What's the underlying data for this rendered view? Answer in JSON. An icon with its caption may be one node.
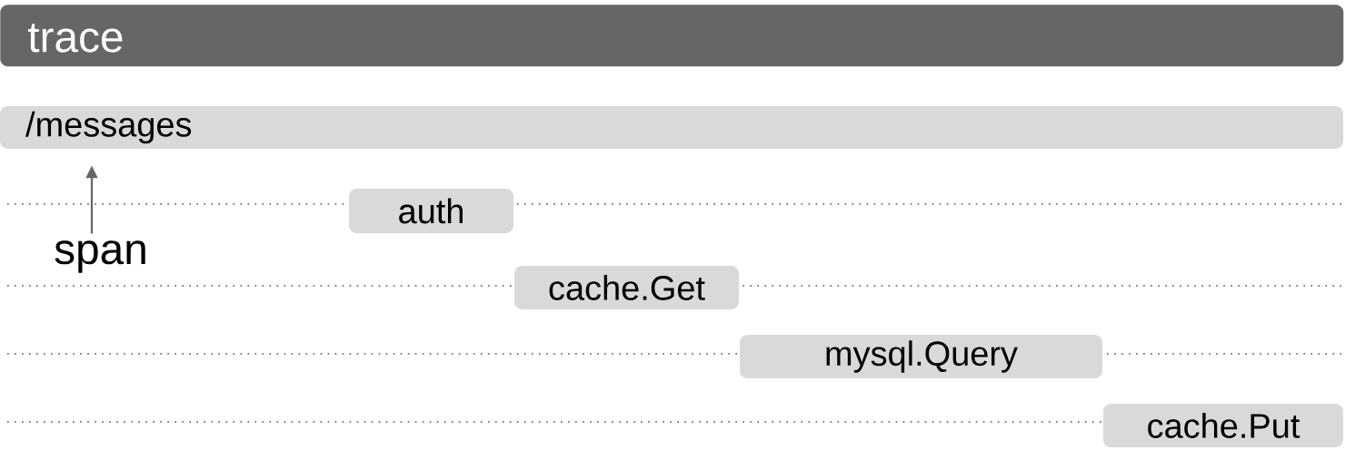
{
  "diagram": {
    "title": "trace",
    "nodes": [
      {
        "text": [
          "/messages"
        ]
      },
      {
        "text": [
          "auth"
        ]
      },
      {
        "text": [
          "cache.Get"
        ]
      },
      {
        "text": [
          "mysql.Query"
        ]
      },
      {
        "text": [
          "cache.Put"
        ]
      },
      {
        "text": [
          "span"
        ]
      }
    ],
    "edges": [
      {
        "from": 5,
        "to": 0,
        "arrow": "to"
      }
    ]
  }
}
